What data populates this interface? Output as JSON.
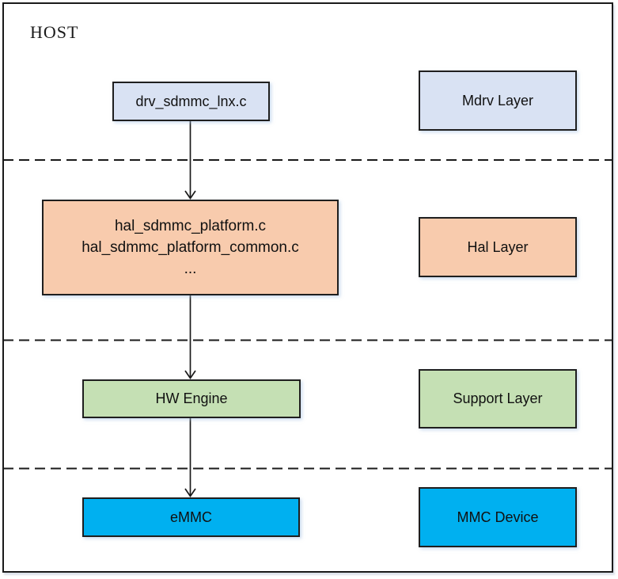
{
  "diagram": {
    "host_label": "HOST",
    "border_color": "#1A1A1A",
    "flow": {
      "drv": {
        "label": "drv_sdmmc_lnx.c",
        "color": "#D9E2F3"
      },
      "hal": {
        "line1": "hal_sdmmc_platform.c",
        "line2": "hal_sdmmc_platform_common.c",
        "line3": "...",
        "color": "#F8CBAD"
      },
      "hw": {
        "label": "HW Engine",
        "color": "#C5E0B4"
      },
      "emmc": {
        "label": "eMMC",
        "color": "#00B0F0"
      }
    },
    "layers": {
      "mdrv": {
        "label": "Mdrv Layer",
        "color": "#D9E2F3"
      },
      "hal": {
        "label": "Hal Layer",
        "color": "#F8CBAD"
      },
      "support": {
        "label": "Support Layer",
        "color": "#C5E0B4"
      },
      "device": {
        "label": "MMC Device",
        "color": "#00B0F0"
      }
    }
  }
}
